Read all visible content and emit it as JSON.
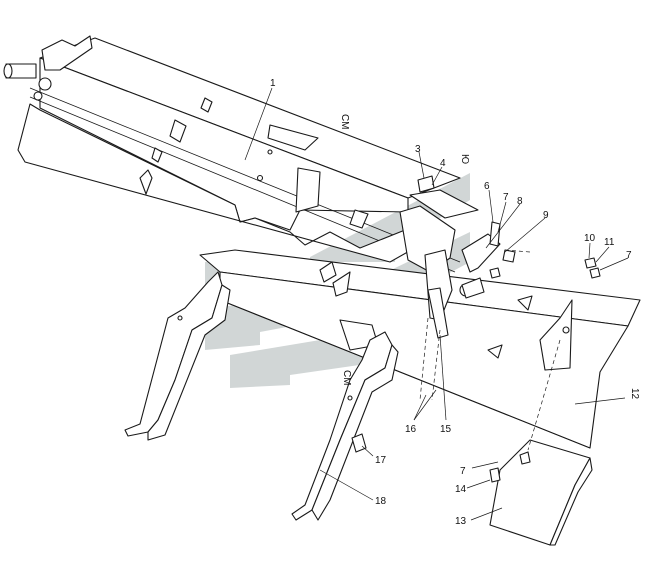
{
  "callouts": [
    {
      "id": "c1",
      "text": "1"
    },
    {
      "id": "c3",
      "text": "3"
    },
    {
      "id": "c4",
      "text": "4"
    },
    {
      "id": "c6",
      "text": "6"
    },
    {
      "id": "c7a",
      "text": "7"
    },
    {
      "id": "c8",
      "text": "8"
    },
    {
      "id": "c9",
      "text": "9"
    },
    {
      "id": "c10",
      "text": "10"
    },
    {
      "id": "c11",
      "text": "11"
    },
    {
      "id": "c7b",
      "text": "7"
    },
    {
      "id": "c12",
      "text": "12"
    },
    {
      "id": "c15",
      "text": "15"
    },
    {
      "id": "c16",
      "text": "16"
    },
    {
      "id": "c17",
      "text": "17"
    },
    {
      "id": "c18",
      "text": "18"
    },
    {
      "id": "c7c",
      "text": "7"
    },
    {
      "id": "c14",
      "text": "14"
    },
    {
      "id": "c13",
      "text": "13"
    }
  ],
  "annotations": {
    "cm": "СМ",
    "ref_mark": "Ю"
  },
  "colors": {
    "line": "#1a1a1a",
    "watermark": "#c9cfcf",
    "background": "#ffffff"
  },
  "watermark_icon": "chevron-logo-watermark"
}
